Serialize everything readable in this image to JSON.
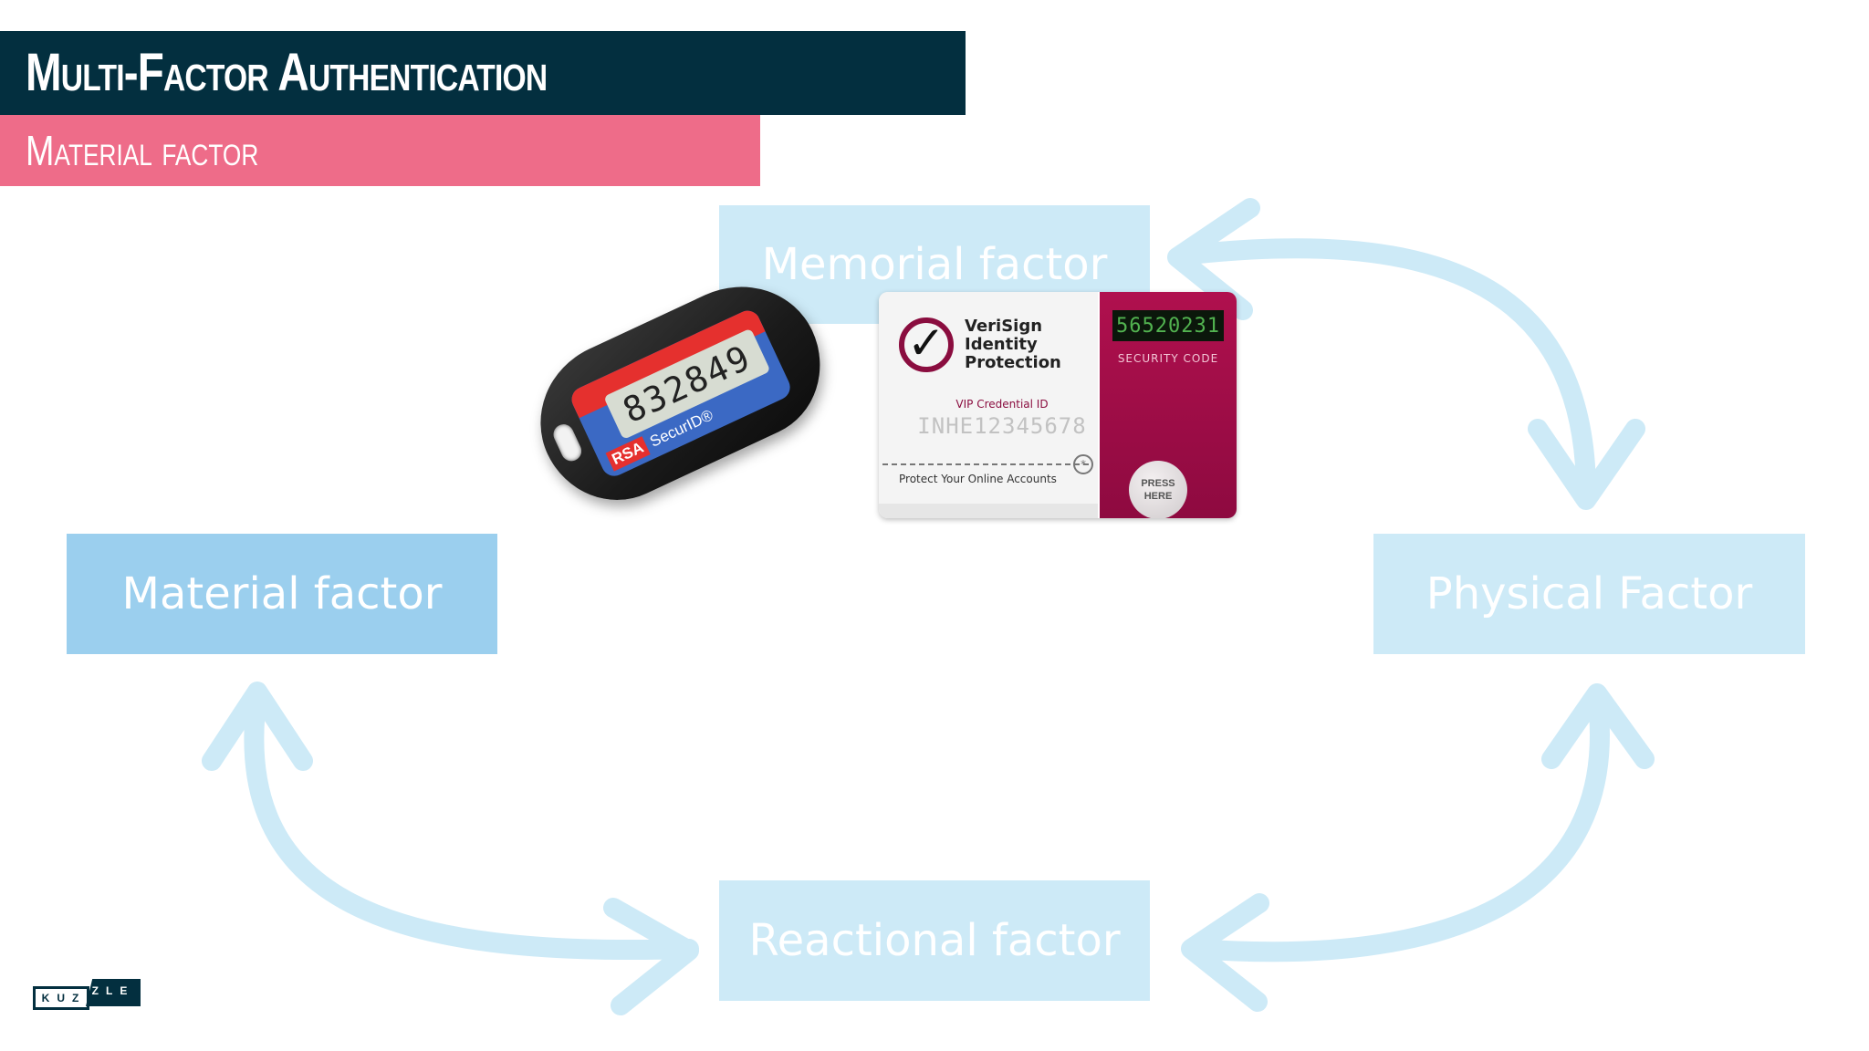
{
  "header": {
    "title": "Multi-Factor Authentication",
    "subtitle": "Material factor"
  },
  "diagram": {
    "nodes": {
      "memorial": "Memorial factor",
      "material": "Material factor",
      "physical": "Physical Factor",
      "reactional": "Reactional factor"
    }
  },
  "rsa_token": {
    "display_code": "832849",
    "brand_logo": "RSA",
    "brand_name": "SecurID®"
  },
  "verisign_card": {
    "brand_line1": "VeriSign",
    "brand_line2": "Identity",
    "brand_line3": "Protection",
    "credential_label": "VIP Credential ID",
    "credential_id": "INHE12345678",
    "protect_text": "Protect Your Online Accounts",
    "display_code": "56520231",
    "security_code_label": "SECURITY CODE",
    "press_line1": "PRESS",
    "press_line2": "HERE"
  },
  "footer": {
    "logo_left": "KUZ",
    "logo_right": "ZLE"
  },
  "colors": {
    "title_bg": "#032f3f",
    "subtitle_bg": "#ee6c89",
    "active_node": "#9bcfee",
    "inactive_node": "#cdeaf7",
    "arrow": "#cdeaf7"
  }
}
